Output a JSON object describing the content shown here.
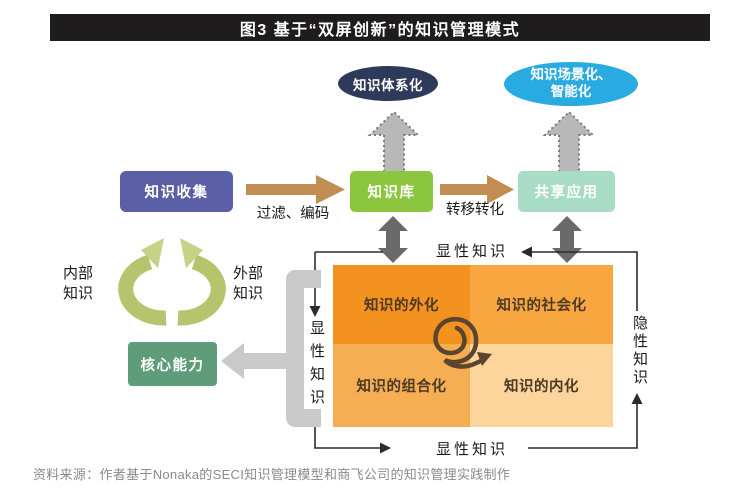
{
  "title": "图3 基于“双屏创新”的知识管理模式",
  "ovals": {
    "systematize": "知识体系化",
    "scenario_line1": "知识场景化、",
    "scenario_line2": "智能化"
  },
  "flow": {
    "collect": "知识收集",
    "filter_encode": "过滤、编码",
    "knowledge_base": "知识库",
    "transfer": "转移转化",
    "share_apply": "共享应用"
  },
  "loop_labels": {
    "top": "显性知识",
    "left": "显性知识",
    "right": "隐性知识",
    "bottom": "显性知识"
  },
  "seci": {
    "top_left": "知识的外化",
    "top_right": "知识的社会化",
    "bottom_left": "知识的组合化",
    "bottom_right": "知识的内化"
  },
  "left_side": {
    "internal": "内部知识",
    "external": "外部知识",
    "core": "核心能力"
  },
  "source": "资料来源：作者基于Nonaka的SECI知识管理模型和商飞公司的知识管理实践制作",
  "icons": {
    "cycle": "cycle-arrows-icon",
    "spiral": "seci-spiral-arrow-icon",
    "dashed_up": "dashed-up-block-arrow-icon",
    "double_vertical": "double-headed-arrow-icon",
    "flow_right": "right-block-arrow-icon",
    "funnel_left": "left-arrow-bracket-icon"
  },
  "colors": {
    "title_bar": "#1e1c1d",
    "oval_navy": "#2e3a5a",
    "oval_blue": "#29abe2",
    "box_collect": "#5b5fa6",
    "box_kbase": "#8cc63e",
    "box_share": "#a9dcc5",
    "box_core": "#5e9c7a",
    "tan_arrow": "#c18d52",
    "gray_double_arrow": "#6a6a6a",
    "dashed_arrow_fill": "#b8b8b8",
    "quad_tl": "#f3921e",
    "quad_tr": "#f8a740",
    "quad_bl": "#f6ae52",
    "quad_br": "#fbd59c",
    "spiral": "#5a452e",
    "cycle_green": "#b6c46e",
    "funnel_gray": "#c9c9c9",
    "loop_line": "#2b2b2b",
    "source_text": "#8a8a8a"
  }
}
